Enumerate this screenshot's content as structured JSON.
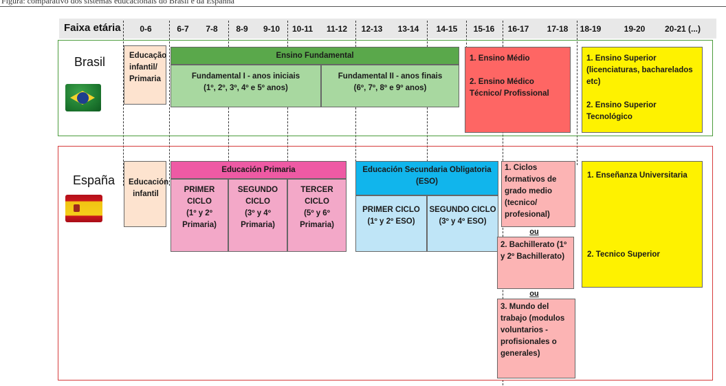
{
  "caption": "Figura: comparativo dos sistemas educacionais do Brasil e da Espanha",
  "age_axis": {
    "title": "Faixa etária",
    "groups": [
      "0-6",
      "6-7",
      "7-8",
      "8-9",
      "9-10",
      "10-11",
      "11-12",
      "12-13",
      "13-14",
      "14-15",
      "15-16",
      "16-17",
      "17-18",
      "18-19",
      "19-20",
      "20-21 (...)"
    ]
  },
  "brasil": {
    "name": "Brasil",
    "flag_icon": "brazil-flag-icon",
    "infantil": "Educação infantil/ Primaria",
    "fundamental": {
      "title": "Ensino Fundamental",
      "anos_iniciais": [
        "Fundamental I - anos iniciais",
        "(1º, 2º, 3º, 4º e 5º anos)"
      ],
      "anos_finais": [
        "Fundamental II - anos finais",
        "(6º, 7º, 8º e 9º anos)"
      ]
    },
    "medio": [
      "1. Ensino Médio",
      "",
      "2. Ensino Médico Técnico/ Profissional"
    ],
    "superior": [
      "1. Ensino Superior (licenciaturas, bacharelados etc)",
      "",
      "2. Ensino Superior Tecnológico"
    ]
  },
  "espana": {
    "name": "España",
    "flag_icon": "spain-flag-icon",
    "infantil": "Educación infantil",
    "primaria": {
      "title": "Educación Primaria",
      "ciclos": [
        [
          "PRIMER",
          "CICLO",
          "(1º y 2º",
          "Primaria)"
        ],
        [
          "SEGUNDO",
          "CICLO",
          "(3º y 4º",
          "Primaria)"
        ],
        [
          "TERCER",
          "CICLO",
          "(5º y 6º",
          "Primaria)"
        ]
      ]
    },
    "eso": {
      "title": "Educación Secundaria Obligatoria (ESO)",
      "ciclos": [
        [
          "PRIMER CICLO",
          "(1º y 2º ESO)"
        ],
        [
          "SEGUNDO CICLO",
          "(3º y 4º ESO)"
        ]
      ]
    },
    "post_eso": {
      "ciclos_formativos": "1. Ciclos formativos de grado medio (tecnico/ profesional)",
      "bachillerato": "2. Bachillerato (1º y 2º Bachillerato)",
      "mundo_trabajo": "3. Mundo del trabajo (modulos voluntarios - profisionales o generales)",
      "connector": "ou"
    },
    "superior": [
      "1. Enseñanza Universitaria",
      "2. Tecnico Superior"
    ]
  },
  "colors": {
    "brasil_border": "#4a9b3a",
    "espana_border": "#d63a3a",
    "infantil": "#fde3cf",
    "fundamental_title": "#5aa84b",
    "fundamental_body": "#a8d8a0",
    "medio": "#fe6664",
    "superior": "#fef200",
    "primaria_title": "#ee5aa4",
    "primaria_body": "#f3a8c8",
    "eso_title": "#11b5ec",
    "eso_body": "#bfe5f7",
    "post_eso": "#fcb4b4"
  }
}
